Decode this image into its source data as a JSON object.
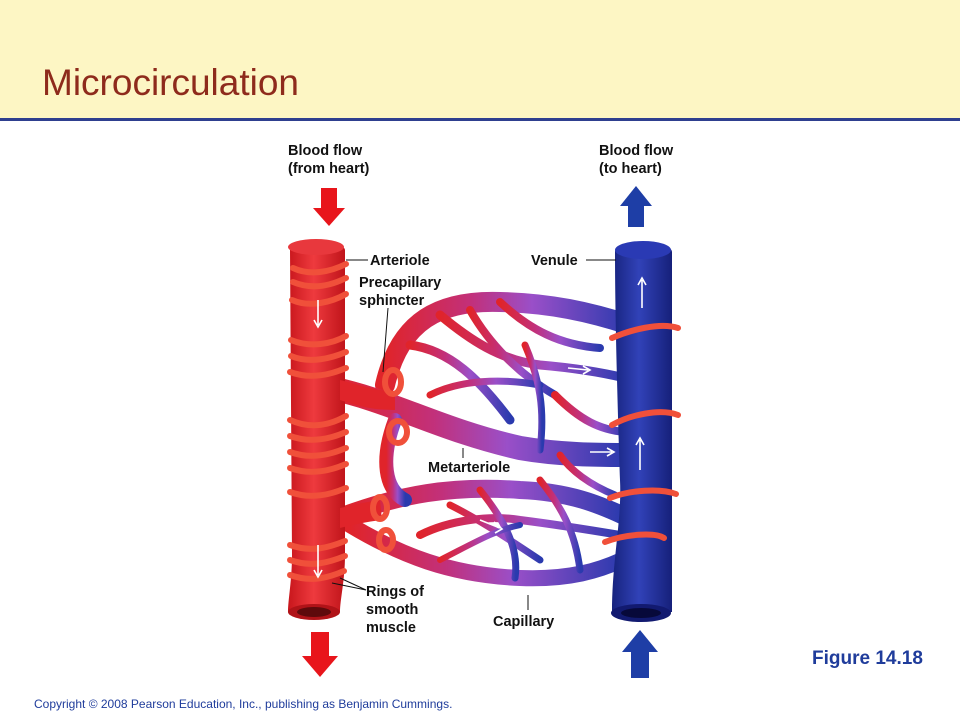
{
  "slide": {
    "title": "Microcirculation",
    "figure_label": "Figure 14.18",
    "copyright": "Copyright © 2008 Pearson Education, Inc., publishing as Benjamin Cummings."
  },
  "diagram": {
    "flow_in_label": [
      "Blood flow",
      "(from heart)"
    ],
    "flow_out_label": [
      "Blood flow",
      "(to heart)"
    ],
    "labels": {
      "arteriole": "Arteriole",
      "precapillary": [
        "Precapillary",
        "sphincter"
      ],
      "venule": "Venule",
      "metarteriole": "Metarteriole",
      "rings": [
        "Rings of",
        "smooth",
        "muscle"
      ],
      "capillary": "Capillary"
    },
    "colors": {
      "artery": "#e0242a",
      "vein": "#1e2f9c",
      "arrow_red": "#e8151b",
      "arrow_blue": "#1e3ea6",
      "muscle": "#f05a3a"
    }
  }
}
